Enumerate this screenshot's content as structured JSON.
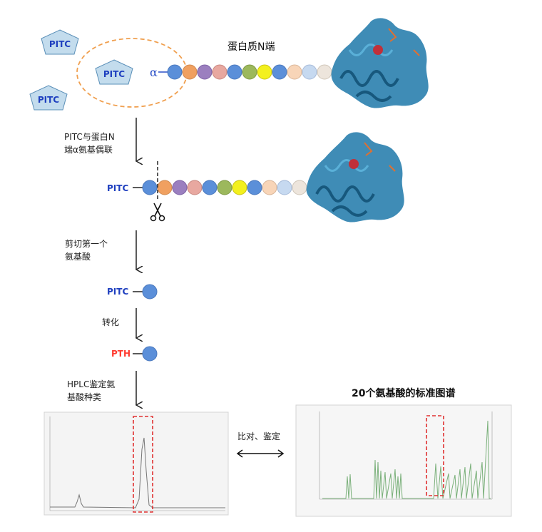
{
  "pitc_badges": [
    "PITC",
    "PITC",
    "PITC"
  ],
  "alpha_symbol": "α",
  "protein_n_term_label": "蛋白质N端",
  "step1_label": [
    "PITC与蛋白N",
    "端α氨基偶联"
  ],
  "chain2_label": "PITC",
  "step2_label": [
    "剪切第一个",
    "氨基酸"
  ],
  "single_label": "PITC",
  "step3_label": "转化",
  "pth_label": "PTH",
  "step4_label": [
    "HPLC鉴定氨",
    "基酸种类"
  ],
  "compare_label": "比对、鉴定",
  "standard_title": "20个氨基酸的标准图谱",
  "colors": {
    "blue_bead": "#5b8fd9",
    "orange_bead": "#f0a060",
    "purple_bead": "#9b7fbf",
    "pink_bead": "#e8a8a0",
    "olive_bead": "#9cb85c",
    "yellow_bead": "#f3f01e",
    "peach_bead": "#f8d5b8",
    "light_blue_bead": "#c6d9f0",
    "pentagon_fill": "#c3dced",
    "dashed_circle": "#f0a050",
    "highlight_box": "#e03030",
    "protein": "#2a7fae",
    "chromatogram_trace": "#7ab07a"
  },
  "icons": [
    "scissors-icon",
    "protein-ribbon-icon",
    "chromatogram-icon"
  ]
}
